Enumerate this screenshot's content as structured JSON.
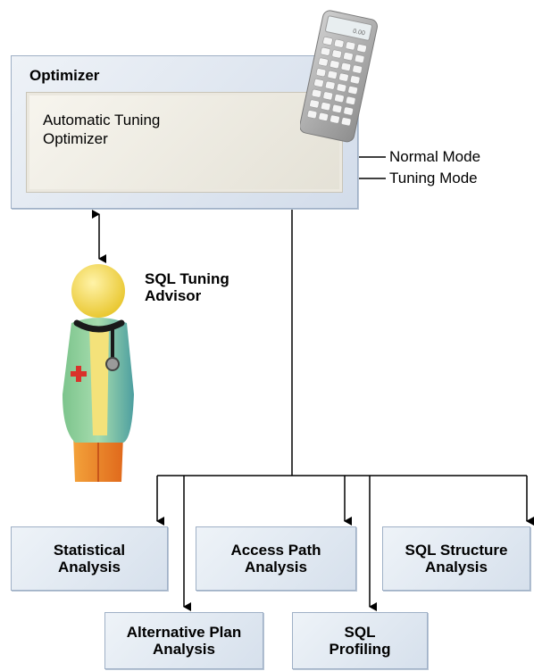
{
  "optimizer": {
    "title": "Optimizer",
    "inner_line1": "Automatic Tuning",
    "inner_line2": "Optimizer"
  },
  "modes": {
    "normal": "Normal Mode",
    "tuning": "Tuning Mode"
  },
  "advisor": {
    "line1": "SQL Tuning",
    "line2": "Advisor"
  },
  "analyses": {
    "statistical": [
      "Statistical",
      "Analysis"
    ],
    "access_path": [
      "Access Path",
      "Analysis"
    ],
    "sql_structure": [
      "SQL Structure",
      "Analysis"
    ],
    "alternative_plan": [
      "Alternative Plan",
      "Analysis"
    ],
    "sql_profiling": [
      "SQL",
      "Profiling"
    ]
  },
  "colors": {
    "box_border": "#9fb0c6",
    "line": "#000000",
    "advisor_body": "#8ccf9a",
    "advisor_head": "#f2d24a",
    "advisor_legs": "#f08a24",
    "cross": "#d9322b"
  },
  "icons": [
    "calculator-icon",
    "sql-tuning-advisor-doctor-icon"
  ]
}
